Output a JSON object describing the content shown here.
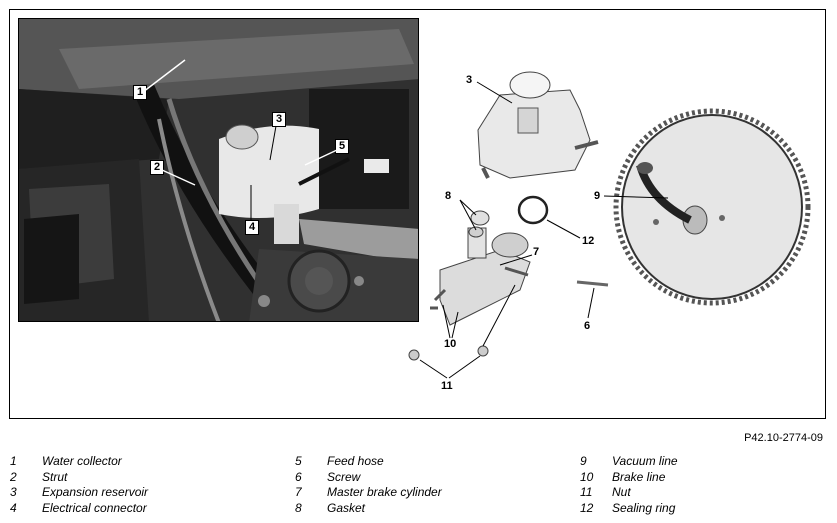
{
  "reference_code": "P42.10-2774-09",
  "photo_callouts": [
    "1",
    "2",
    "3",
    "4",
    "5"
  ],
  "diagram_callouts": [
    "3",
    "8",
    "9",
    "12",
    "7",
    "6",
    "10",
    "11"
  ],
  "legend": [
    [
      {
        "num": "1",
        "text": "Water collector"
      },
      {
        "num": "2",
        "text": "Strut"
      },
      {
        "num": "3",
        "text": "Expansion reservoir"
      },
      {
        "num": "4",
        "text": "Electrical connector"
      }
    ],
    [
      {
        "num": "5",
        "text": "Feed hose"
      },
      {
        "num": "6",
        "text": "Screw"
      },
      {
        "num": "7",
        "text": "Master brake cylinder"
      },
      {
        "num": "8",
        "text": "Gasket"
      }
    ],
    [
      {
        "num": "9",
        "text": "Vacuum line"
      },
      {
        "num": "10",
        "text": "Brake line"
      },
      {
        "num": "11",
        "text": "Nut"
      },
      {
        "num": "12",
        "text": "Sealing ring"
      }
    ]
  ]
}
